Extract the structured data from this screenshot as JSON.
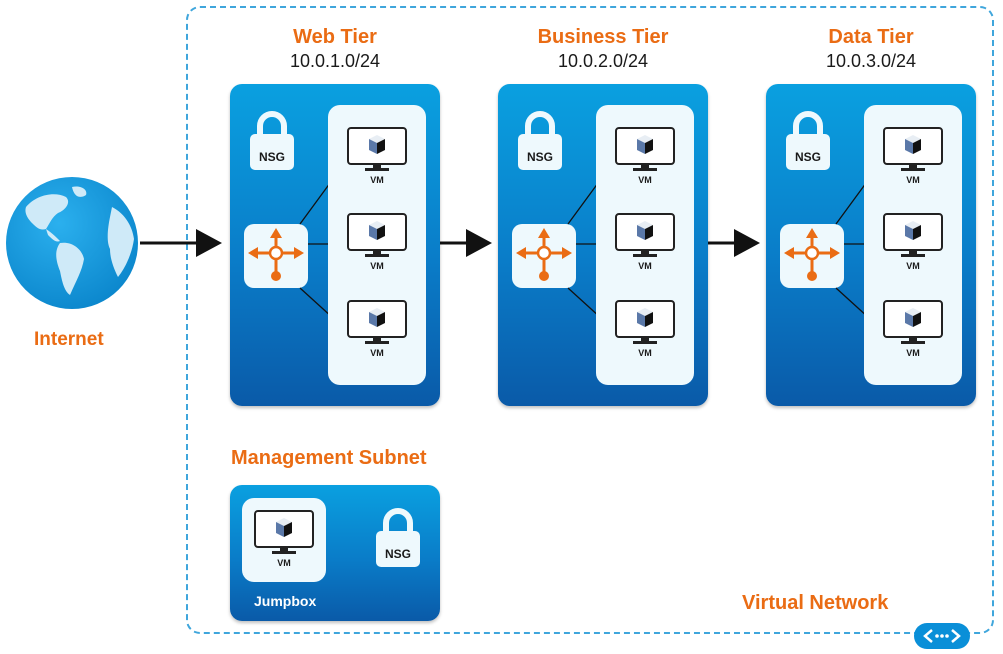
{
  "diagram": {
    "internet": {
      "label": "Internet",
      "icon": "globe-icon"
    },
    "virtual_network": {
      "label": "Virtual Network",
      "icon": "vnet-connector-icon"
    },
    "tiers": [
      {
        "name": "Web Tier",
        "subnet": "10.0.1.0/24",
        "nsg_label": "NSG",
        "vms": [
          "VM",
          "VM",
          "VM"
        ]
      },
      {
        "name": "Business Tier",
        "subnet": "10.0.2.0/24",
        "nsg_label": "NSG",
        "vms": [
          "VM",
          "VM",
          "VM"
        ]
      },
      {
        "name": "Data Tier",
        "subnet": "10.0.3.0/24",
        "nsg_label": "NSG",
        "vms": [
          "VM",
          "VM",
          "VM"
        ]
      }
    ],
    "management": {
      "title": "Management Subnet",
      "vm_label": "VM",
      "jumpbox_label": "Jumpbox",
      "nsg_label": "NSG"
    },
    "colors": {
      "accent_orange": "#ea6c14",
      "tier_blue": "#0a8fd8",
      "panel_light": "#eef9fd",
      "vnet_border": "#3fa6dc"
    }
  }
}
